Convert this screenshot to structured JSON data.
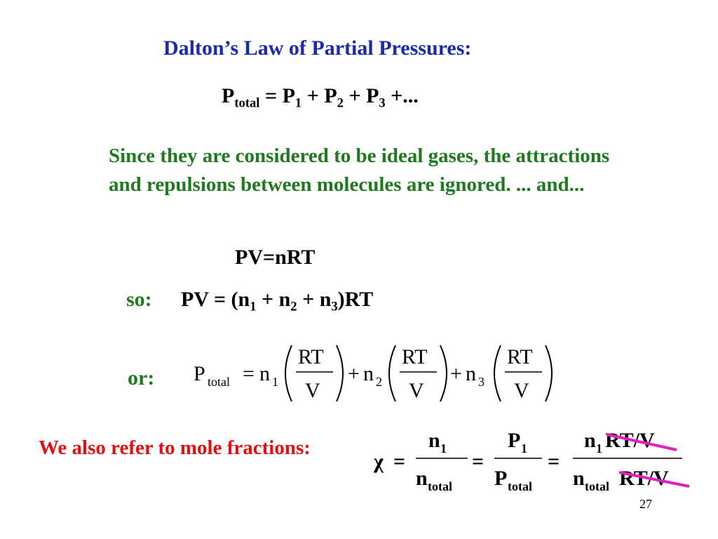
{
  "slide": {
    "title": "Dalton’s Law of Partial Pressures:",
    "sum_formula": {
      "lhs_base": "P",
      "lhs_sub": "total",
      "eq": " = ",
      "t1_base": "P",
      "t1_sub": "1",
      "plus": " + ",
      "t2_base": "P",
      "t2_sub": "2",
      "t3_base": "P",
      "t3_sub": "3",
      "tail": " +..."
    },
    "ideal_gas_note": "Since they are considered to be ideal gases, the attractions and repulsions between molecules are ignored.  ... and...",
    "ideal_gas_law": "PV=nRT",
    "so_label": "so:",
    "so_equation": {
      "lhs": "PV = (n",
      "s1": "1",
      "plus": " + n",
      "s2": "2",
      "s3": "3",
      "tail": ")RT"
    },
    "or_label": "or:",
    "or_equation": {
      "P": "P",
      "total": "total",
      "eq": "=",
      "n": "n",
      "s1": "1",
      "s2": "2",
      "s3": "3",
      "plus": "+",
      "RT": "RT",
      "V": "V"
    },
    "mole_fraction_label": "We also refer to mole fractions:",
    "mole_fraction_equation": {
      "chi": "χ",
      "eq": "=",
      "n": "n",
      "P": "P",
      "one": "1",
      "total": "total",
      "RT_V": "RT/V"
    },
    "page_number": "27"
  },
  "colors": {
    "title": "#1a2aa8",
    "note": "#1f7a1f",
    "mole_fraction_label": "#e01010",
    "cancel_strike": "#e020c0"
  }
}
